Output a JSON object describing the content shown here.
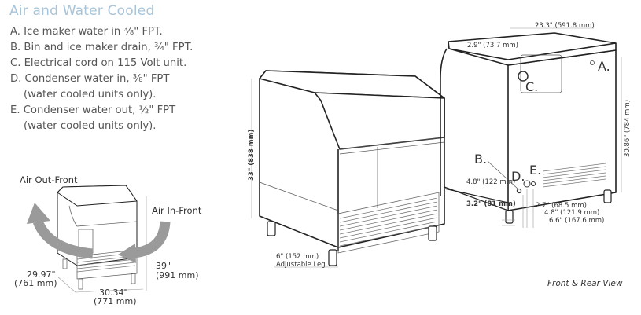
{
  "title": "Air and Water Cooled",
  "connections": [
    {
      "line1": "A. Ice maker water in ⅜\" FPT.",
      "line2": ""
    },
    {
      "line1": "B. Bin and ice maker drain, ¾\" FPT.",
      "line2": ""
    },
    {
      "line1": "C. Electrical cord on 115 Volt unit.",
      "line2": ""
    },
    {
      "line1": "D. Condenser water in, ⅜\" FPT",
      "line2": "(water cooled units only)."
    },
    {
      "line1": "E. Condenser water out, ½\" FPT",
      "line2": "(water cooled units only)."
    }
  ],
  "small_view": {
    "air_out": "Air Out-Front",
    "air_in": "Air In-Front",
    "height_in": "39\"",
    "height_mm": "(991 mm)",
    "depth_in": "29.97\"",
    "depth_mm": "(761 mm)",
    "width_in": "30.34\"",
    "width_mm": "(771 mm)"
  },
  "front_view": {
    "height": "33\" (838 mm)",
    "leg_dim": "6\" (152 mm)",
    "leg_label": "Adjustable Leg"
  },
  "rear_view": {
    "width": "23.3\" (591.8 mm)",
    "offset_c": "2.9\" (73.7 mm)",
    "height": "30.86\" (784 mm)",
    "label_a": "A.",
    "label_b": "B.",
    "label_c": "C.",
    "label_d": "D.",
    "label_e": "E.",
    "dim_b": "4.8\" (122 mm)",
    "dim_leg": "3.2\" (81 mm)",
    "dim_1": "2.7\" (68.5 mm)",
    "dim_2": "4.8\" (121.9 mm)",
    "dim_3": "6.6\" (167.6 mm)"
  },
  "caption": "Front & Rear View",
  "arrow_color": "#9a9a9a",
  "title_color": "#a8c4d8"
}
